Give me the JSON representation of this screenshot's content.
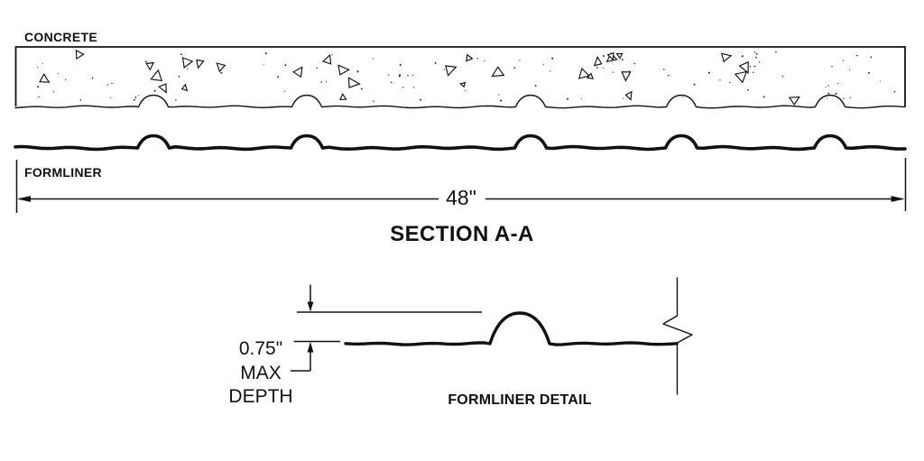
{
  "page": {
    "background": "#ffffff",
    "ink": "#111111"
  },
  "section_view": {
    "concrete_label": "CONCRETE",
    "formliner_label": "FORMLINER",
    "dimension_label": "48\"",
    "title": "SECTION A-A"
  },
  "detail_view": {
    "depth_value": "0.75\"",
    "depth_word_max": "MAX",
    "depth_word_depth": "DEPTH",
    "title": "FORMLINER DETAIL"
  }
}
